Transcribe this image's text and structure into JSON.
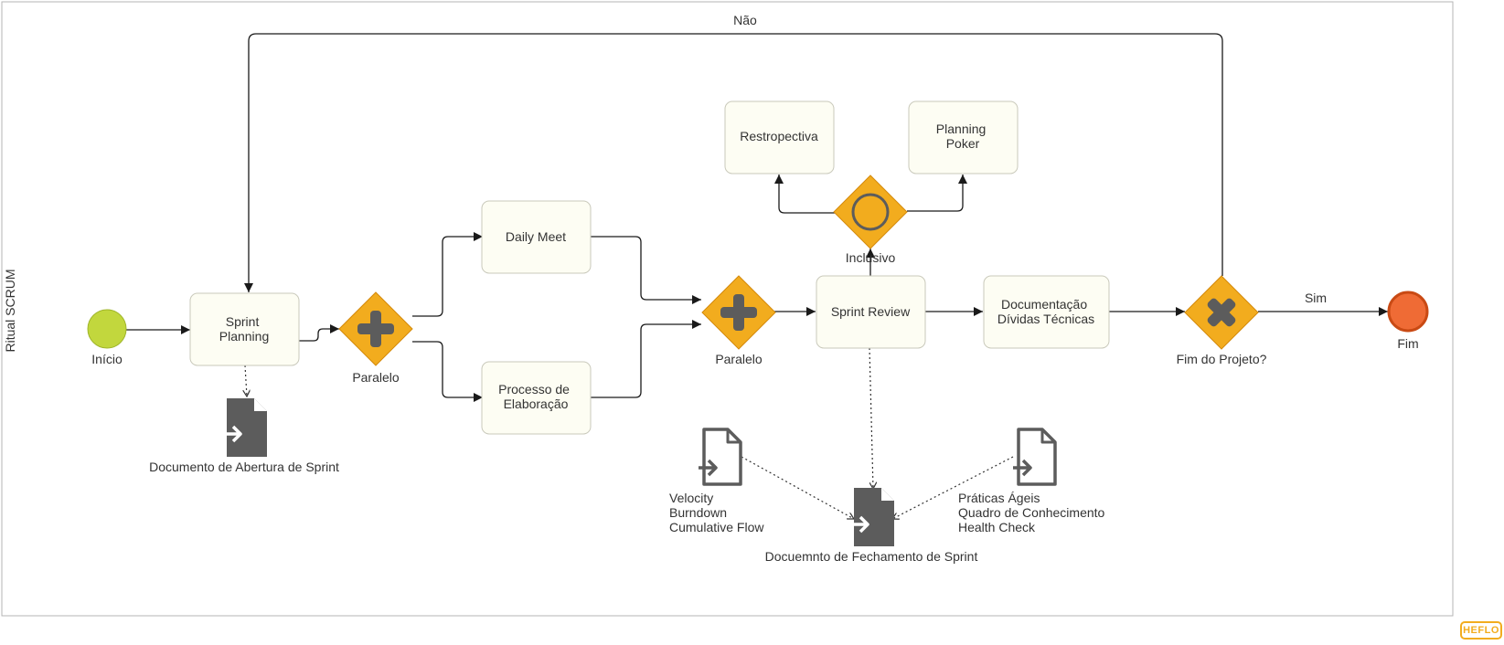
{
  "pool": {
    "label": "Ritual SCRUM"
  },
  "events": {
    "start": {
      "label": "Início",
      "color": "#c2d73d"
    },
    "end": {
      "label": "Fim",
      "color": "#ef6b35"
    }
  },
  "tasks": {
    "sprint_planning": [
      "Sprint",
      "Planning"
    ],
    "daily_meet": [
      "Daily Meet"
    ],
    "processo": [
      "Processo de",
      "Elaboração"
    ],
    "sprint_review": [
      "Sprint Review"
    ],
    "restropectiva": [
      "Restropectiva"
    ],
    "planning_poker": [
      "Planning",
      "Poker"
    ],
    "documentacao": [
      "Documentação",
      "Dívidas Técnicas"
    ]
  },
  "gateways": {
    "paralelo_1": "Paralelo",
    "paralelo_2": "Paralelo",
    "inclusivo": "Inclusivo",
    "fim_projeto": "Fim do Projeto?"
  },
  "flow_labels": {
    "nao": "Não",
    "sim": "Sim"
  },
  "documents": {
    "abertura": [
      "Documento de Abertura de Sprint"
    ],
    "fechamento": [
      "Docuemnto de Fechamento de Sprint"
    ],
    "metrics": [
      "Velocity",
      "Burndown",
      "Cumulative Flow"
    ],
    "praticas": [
      "Práticas Ágeis",
      "Quadro de Conhecimento",
      "Health Check"
    ]
  },
  "colors": {
    "gateway": "#f2ac1e",
    "gateway_icon": "#5c5c5c",
    "task_fill": "#fdfdf3",
    "task_border": "#c9c9bb",
    "document": "#5c5c5c",
    "logo": "#f2ac1e"
  },
  "logo": {
    "text": "HEFLO"
  }
}
